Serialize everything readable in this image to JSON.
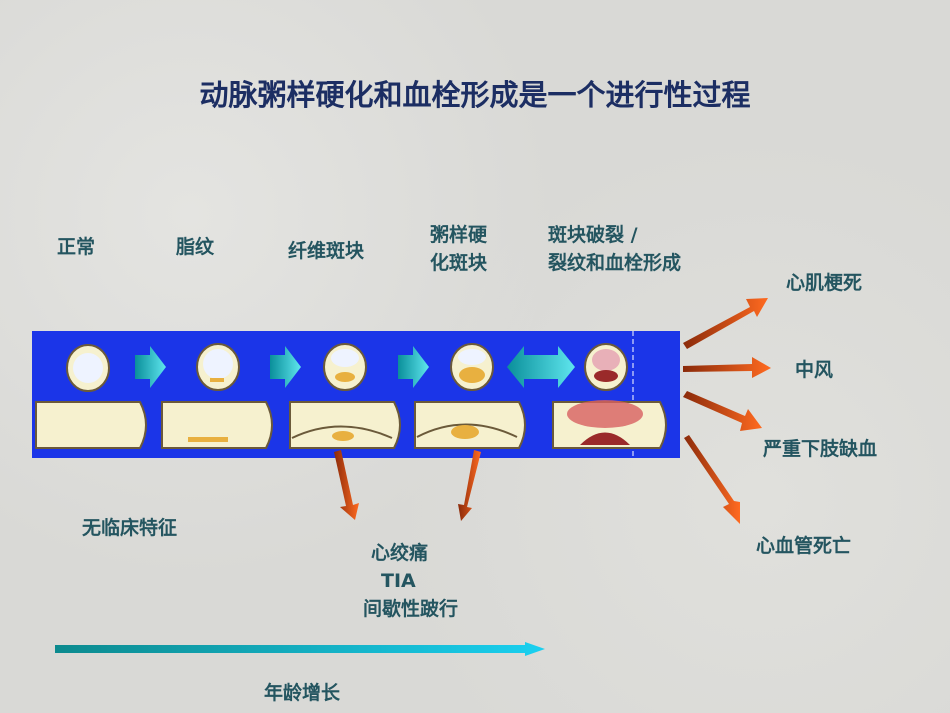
{
  "title": "动脉粥样硬化和血栓形成是一个进行性过程",
  "stages": [
    "正常",
    "脂纹",
    "纤维斑块",
    "粥样硬",
    "化斑块",
    "斑块破裂 /",
    "裂纹和血栓形成"
  ],
  "outcomes": [
    "心肌梗死",
    "中风",
    "严重下肢缺血",
    "心血管死亡"
  ],
  "no_symptoms": "无临床特征",
  "symptoms": [
    "心绞痛",
    "TIA",
    "间歇性跛行"
  ],
  "age_axis": "年龄增长",
  "colors": {
    "panel": "#1b35e8",
    "arrow": "#e04a10",
    "teal": "#1fb9c4",
    "title": "#1c2e63",
    "text": "#245560"
  }
}
